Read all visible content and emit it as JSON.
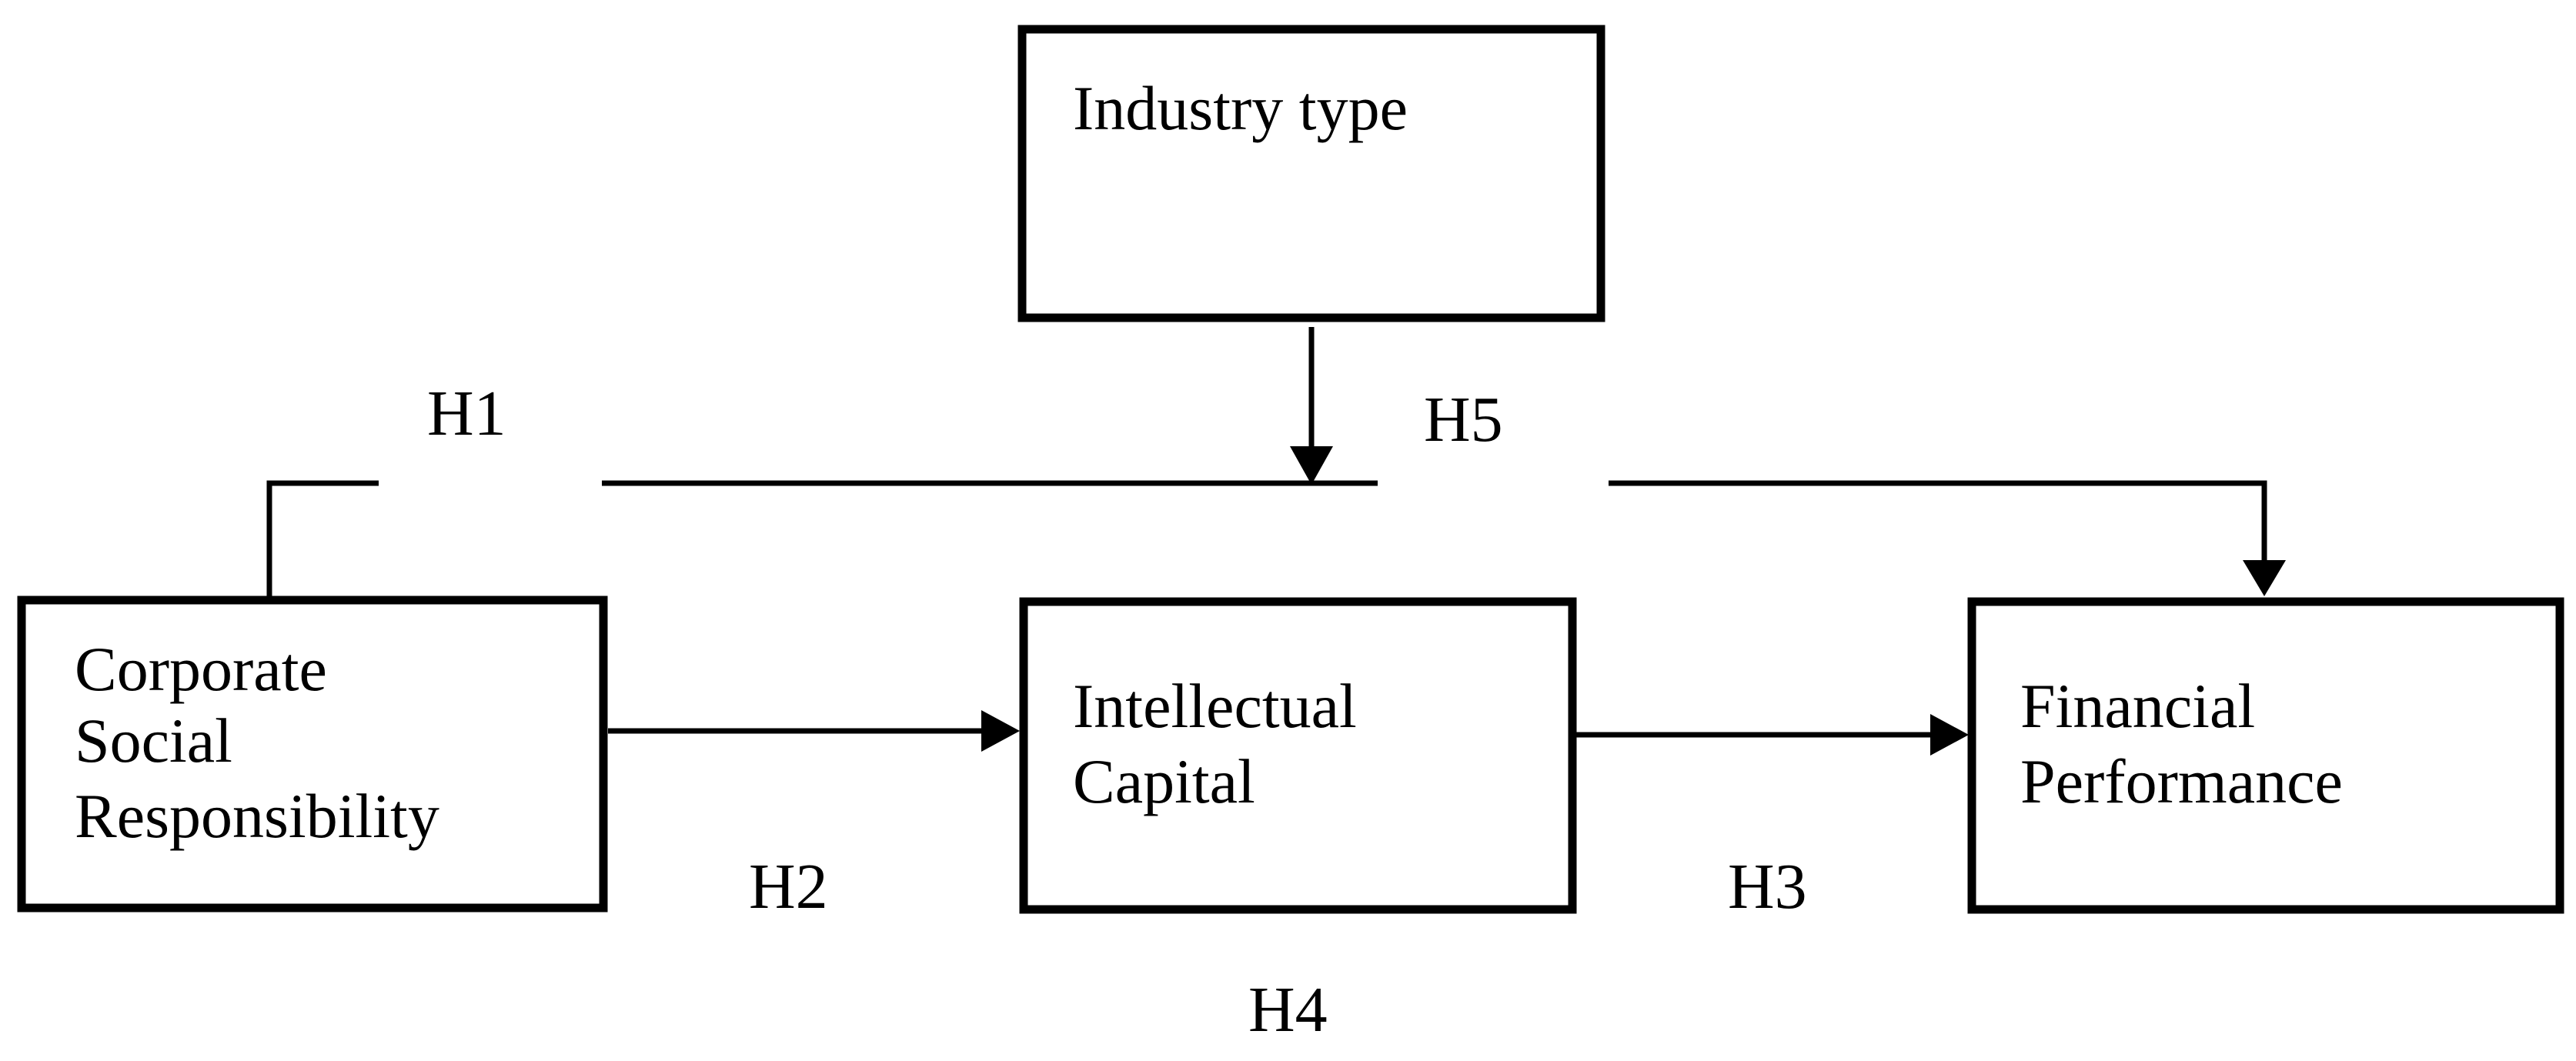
{
  "nodes": {
    "industry": {
      "lines": [
        "Industry type"
      ]
    },
    "csr": {
      "lines": [
        "Corporate",
        "Social",
        "Responsibility"
      ]
    },
    "ic": {
      "lines": [
        "Intellectual",
        "Capital"
      ]
    },
    "fp": {
      "lines": [
        "Financial",
        "Performance"
      ]
    }
  },
  "hypotheses": {
    "h1": "H1",
    "h2": "H2",
    "h3": "H3",
    "h4": "H4",
    "h5": "H5"
  }
}
